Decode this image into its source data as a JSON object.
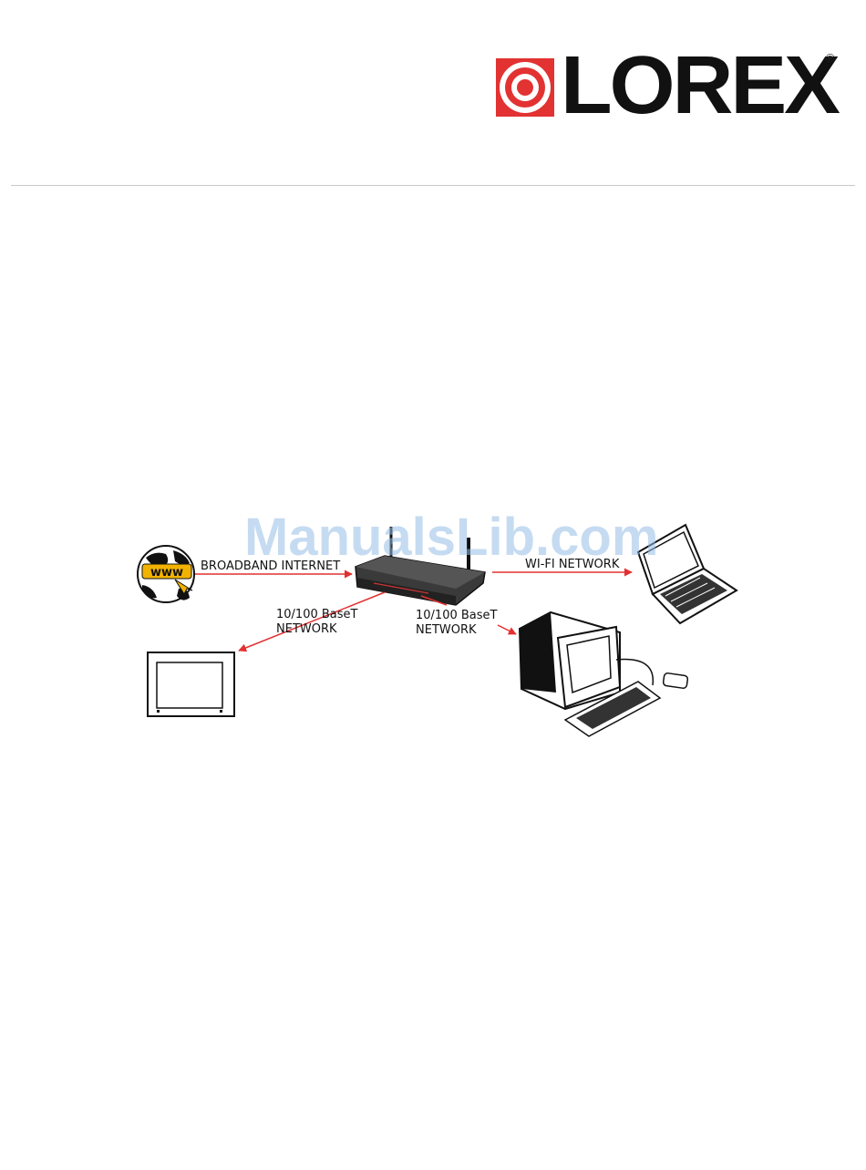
{
  "logo": {
    "text": "LOREX",
    "registered": "®"
  },
  "watermark": "ManualsLib.com",
  "labels": {
    "broadband": "BROADBAND INTERNET",
    "wifi": "WI-FI NETWORK",
    "www": "www",
    "lan_left_line1": "10/100 BaseT",
    "lan_left_line2": "NETWORK",
    "lan_right_line1": "10/100 BaseT",
    "lan_right_line2": "NETWORK"
  },
  "colors": {
    "arrow": "#e23030",
    "brand_red": "#e23232"
  }
}
